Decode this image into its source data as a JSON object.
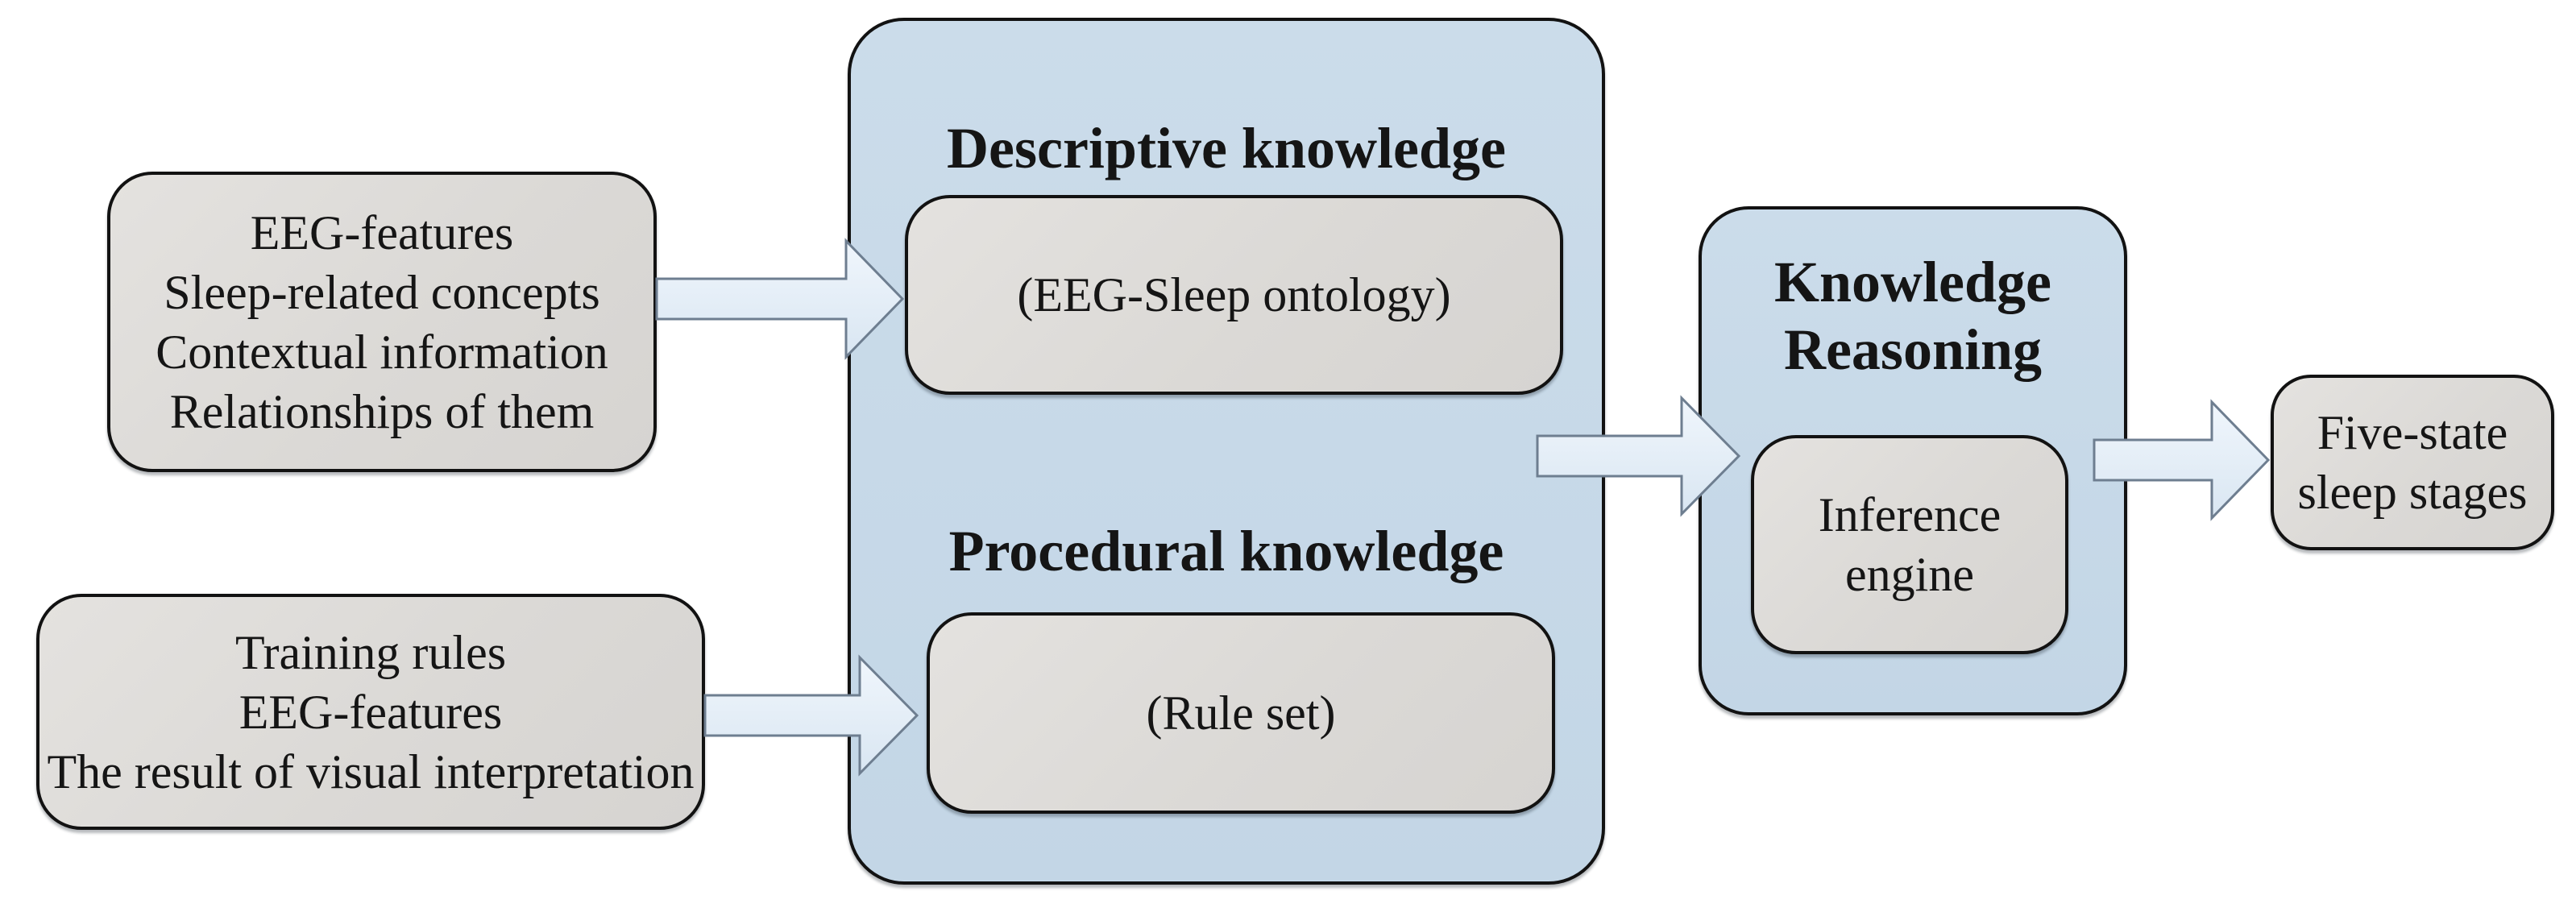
{
  "diagram": {
    "colors": {
      "background": "#ffffff",
      "panel_fill": "#c6d8e8",
      "box_fill": "#dcdad7",
      "border": "#121212",
      "arrow_fill_top": "#eff5fb",
      "arrow_fill_bottom": "#dbe7f3",
      "arrow_stroke": "#6e7e90",
      "text": "#151515"
    },
    "inputs": {
      "descriptive_source": {
        "lines": [
          "EEG-features",
          "Sleep-related concepts",
          "Contextual information",
          "Relationships of them"
        ]
      },
      "procedural_source": {
        "lines": [
          "Training rules",
          "EEG-features",
          "The result of visual interpretation"
        ]
      }
    },
    "knowledge_base": {
      "descriptive_title": "Descriptive knowledge",
      "descriptive_box": "(EEG-Sleep ontology)",
      "procedural_title": "Procedural knowledge",
      "procedural_box": "(Rule set)"
    },
    "reasoning": {
      "title_line1": "Knowledge",
      "title_line2": "Reasoning",
      "box_line1": "Inference",
      "box_line2": "engine"
    },
    "output": {
      "line1": "Five-state",
      "line2": "sleep stages"
    }
  }
}
